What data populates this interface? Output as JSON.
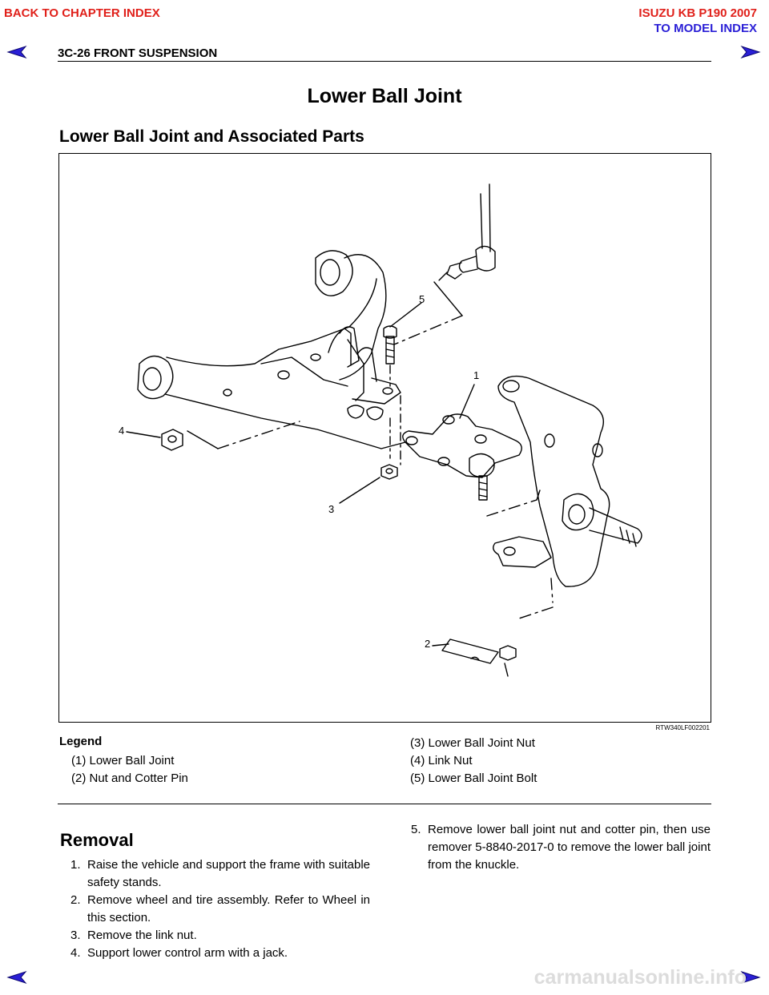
{
  "nav": {
    "back_to_chapter": "BACK TO CHAPTER INDEX",
    "model_line": "ISUZU KB P190 2007",
    "to_model_index": "TO MODEL INDEX"
  },
  "header": {
    "section": "3C-26  FRONT SUSPENSION"
  },
  "title": "Lower Ball Joint",
  "subtitle": "Lower Ball Joint and Associated Parts",
  "figure": {
    "code": "RTW340LF002201",
    "callouts": [
      "1",
      "2",
      "3",
      "4",
      "5"
    ]
  },
  "legend": {
    "heading": "Legend",
    "left": [
      "(1) Lower Ball Joint",
      "(2) Nut and Cotter Pin"
    ],
    "right": [
      "(3) Lower Ball Joint Nut",
      "(4) Link Nut",
      "(5) Lower Ball Joint Bolt"
    ]
  },
  "removal": {
    "heading": "Removal",
    "steps": [
      {
        "num": "1.",
        "text": "Raise the vehicle and support the frame with suitable safety stands."
      },
      {
        "num": "2.",
        "text": "Remove wheel and tire assembly. Refer to Wheel in this section."
      },
      {
        "num": "3.",
        "text": "Remove the link nut."
      },
      {
        "num": "4.",
        "text": "Support lower control arm with a jack."
      },
      {
        "num": "5.",
        "text": "Remove lower ball joint nut and cotter pin, then use remover 5-8840-2017-0 to remove the lower ball joint from the knuckle."
      }
    ]
  },
  "colors": {
    "nav_red": "#e0201a",
    "nav_blue": "#2a1fd6",
    "arrow_blue": "#2a1fd6"
  },
  "watermark": "carmanualsonline.info"
}
